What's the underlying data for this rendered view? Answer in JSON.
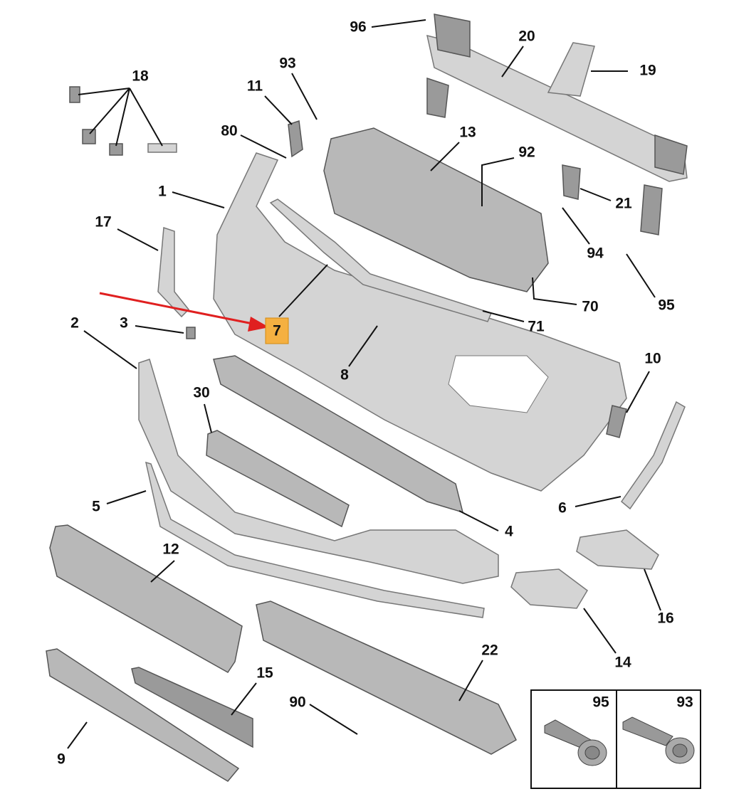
{
  "diagram": {
    "title": "Front bumper exploded parts diagram",
    "highlight_color": "#f5b041",
    "arrow_color": "#e02020",
    "highlighted_part": "7",
    "labels": {
      "p96": "96",
      "p20": "20",
      "p19": "19",
      "p18": "18",
      "p93": "93",
      "p11": "11",
      "p80": "80",
      "p13": "13",
      "p92": "92",
      "p21": "21",
      "p1": "1",
      "p17": "17",
      "p94": "94",
      "p95": "95",
      "p70": "70",
      "p71": "71",
      "p7": "7",
      "p2": "2",
      "p3": "3",
      "p8": "8",
      "p10": "10",
      "p30": "30",
      "p6": "6",
      "p4": "4",
      "p5": "5",
      "p12": "12",
      "p16": "16",
      "p14": "14",
      "p22": "22",
      "p15": "15",
      "p90": "90",
      "p9": "9"
    },
    "inset": {
      "left_label": "95",
      "right_label": "93"
    }
  }
}
